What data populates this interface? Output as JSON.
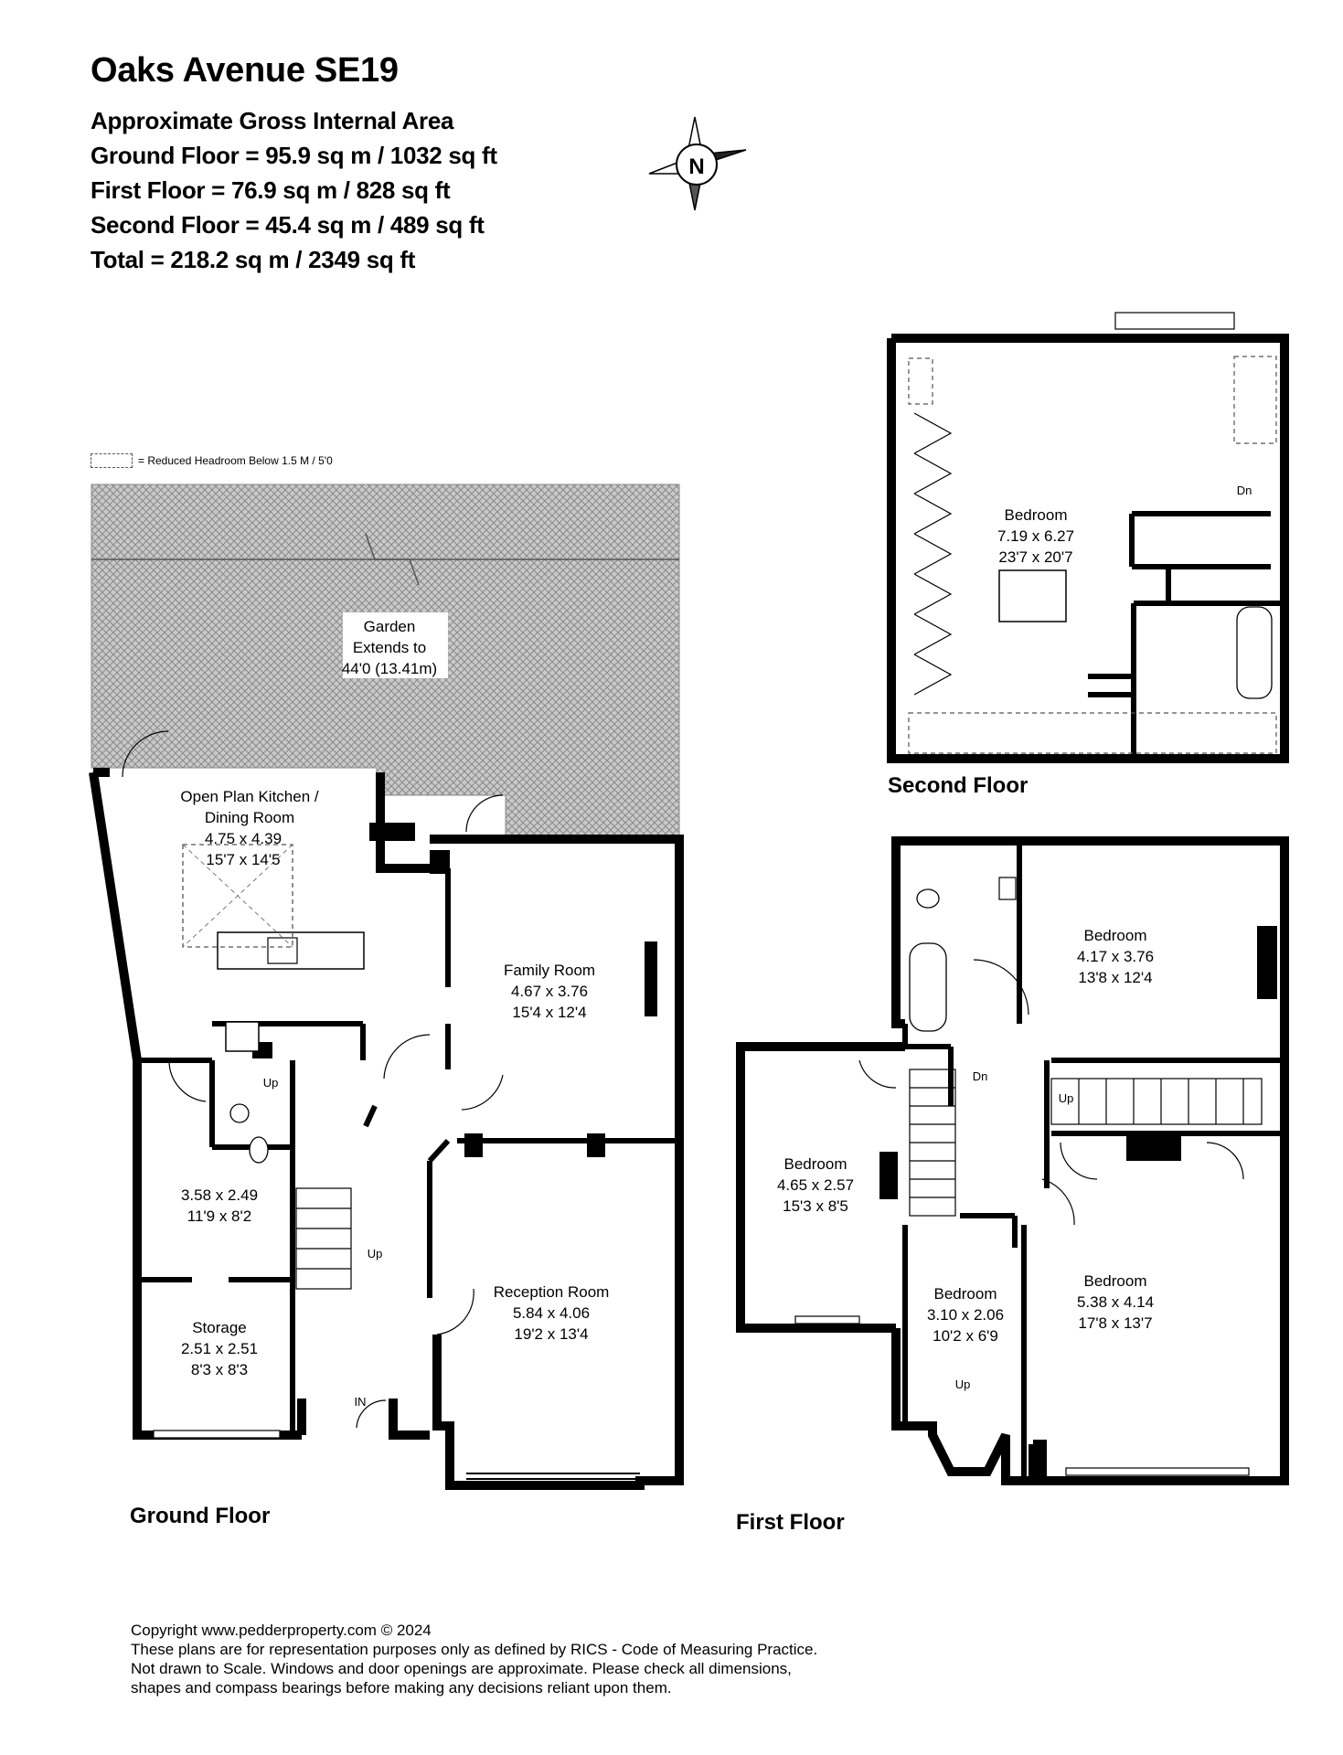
{
  "header": {
    "title": "Oaks Avenue SE19",
    "area_heading": "Approximate Gross Internal Area",
    "ground": "Ground Floor = 95.9 sq m / 1032 sq ft",
    "first": "First Floor = 76.9 sq m / 828 sq ft",
    "second": "Second Floor = 45.4 sq m / 489 sq ft",
    "total": "Total = 218.2 sq m / 2349 sq ft"
  },
  "compass": {
    "letter": "N",
    "icon": "north-arrow-icon"
  },
  "legend": {
    "text": "= Reduced Headroom Below 1.5 M / 5'0"
  },
  "floors": {
    "ground": "Ground Floor",
    "first": "First Floor",
    "second": "Second Floor"
  },
  "ground_rooms": {
    "garden": {
      "name": "Garden",
      "line2": "Extends to",
      "line3": "44'0 (13.41m)"
    },
    "kitchen": {
      "name": "Open Plan Kitchen /",
      "line2": "Dining Room",
      "metric": "4.75 x 4.39",
      "imperial": "15'7 x 14'5"
    },
    "family": {
      "name": "Family Room",
      "metric": "4.67 x 3.76",
      "imperial": "15'4 x 12'4"
    },
    "utility": {
      "metric": "3.58 x 2.49",
      "imperial": "11'9 x 8'2"
    },
    "storage": {
      "name": "Storage",
      "metric": "2.51 x 2.51",
      "imperial": "8'3 x 8'3"
    },
    "reception": {
      "name": "Reception Room",
      "metric": "5.84 x 4.06",
      "imperial": "19'2 x 13'4"
    },
    "up1": "Up",
    "up2": "Up",
    "in": "IN"
  },
  "first_rooms": {
    "bed_rear_right": {
      "name": "Bedroom",
      "metric": "4.17 x 3.76",
      "imperial": "13'8 x 12'4"
    },
    "bed_left": {
      "name": "Bedroom",
      "metric": "4.65 x 2.57",
      "imperial": "15'3 x 8'5"
    },
    "bed_small": {
      "name": "Bedroom",
      "metric": "3.10 x 2.06",
      "imperial": "10'2 x 6'9"
    },
    "bed_front_right": {
      "name": "Bedroom",
      "metric": "5.38 x 4.14",
      "imperial": "17'8 x 13'7"
    },
    "dn": "Dn",
    "up": "Up",
    "up2": "Up"
  },
  "second_rooms": {
    "bedroom": {
      "name": "Bedroom",
      "metric": "7.19 x 6.27",
      "imperial": "23'7 x 20'7"
    },
    "dn": "Dn"
  },
  "footer": {
    "line1": "Copyright www.pedderproperty.com © 2024",
    "line2": "These plans are for representation purposes only as defined by RICS - Code of Measuring Practice.",
    "line3": "Not drawn to Scale. Windows and door openings are approximate. Please check all dimensions,",
    "line4": "shapes and compass bearings before making any decisions reliant upon them."
  }
}
